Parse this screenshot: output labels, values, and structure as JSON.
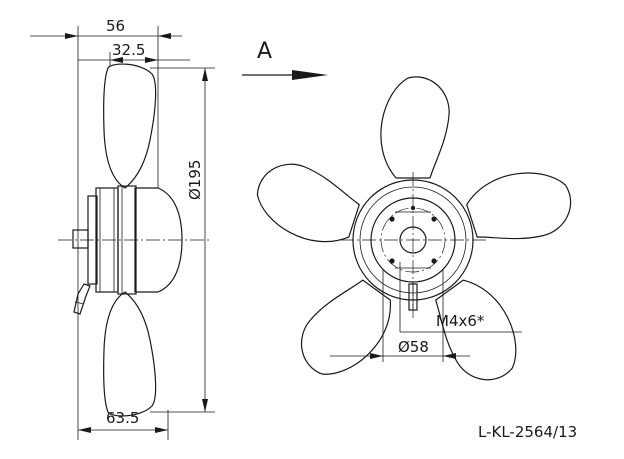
{
  "side_view": {
    "dim_top_overall": "56",
    "dim_top_inner": "32.5",
    "dim_diameter": "Ø195",
    "dim_bottom": "63.5"
  },
  "front_view": {
    "view_label": "A",
    "dim_thread": "M4x6*",
    "dim_hub_diameter": "Ø58"
  },
  "drawing_number": "L-KL-2564/13"
}
